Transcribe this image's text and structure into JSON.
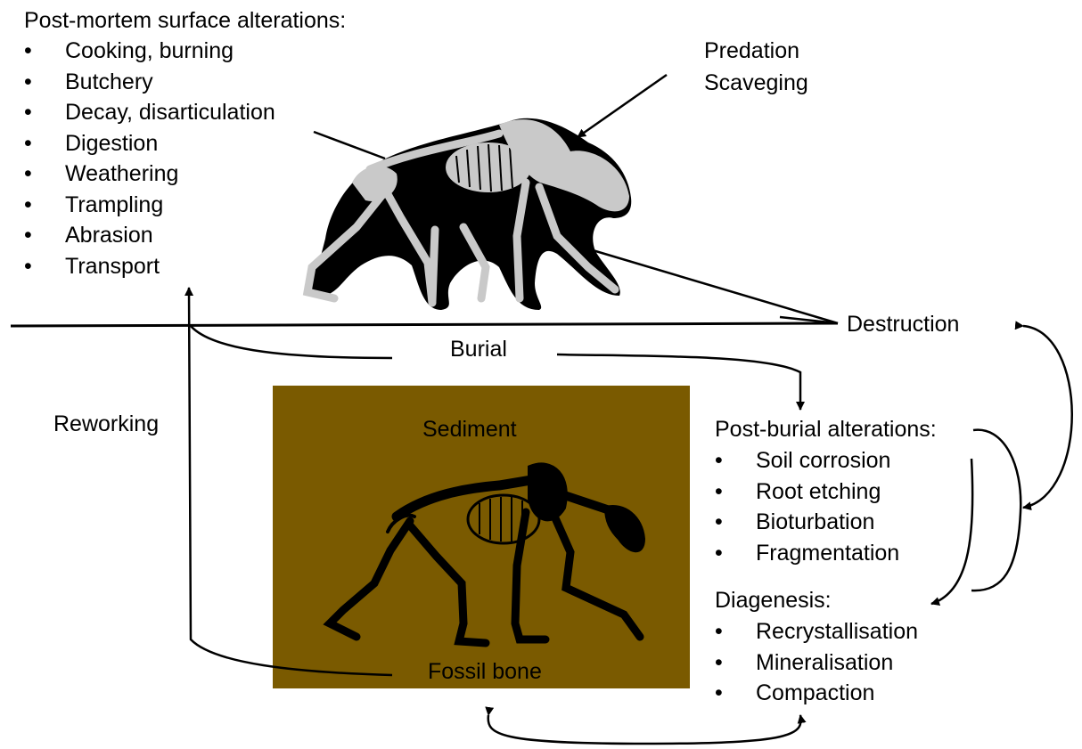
{
  "surface": {
    "heading": "Post-mortem surface alterations:",
    "items": [
      "Cooking, burning",
      "Butchery",
      "Decay, disarticulation",
      "Digestion",
      "Weathering",
      "Trampling",
      "Abrasion",
      "Transport"
    ]
  },
  "predation": {
    "line1": "Predation",
    "line2": "Scaveging"
  },
  "destruction": "Destruction",
  "burial": "Burial",
  "reworking": "Reworking",
  "sediment": {
    "label": "Sediment",
    "fossil_label": "Fossil bone",
    "color": "#7a5a00"
  },
  "post_burial": {
    "heading": "Post-burial alterations:",
    "items": [
      "Soil corrosion",
      "Root etching",
      "Bioturbation",
      "Fragmentation"
    ]
  },
  "diagenesis": {
    "heading": "Diagenesis:",
    "items": [
      "Recrystallisation",
      "Mineralisation",
      "Compaction"
    ]
  },
  "bullet": "•"
}
